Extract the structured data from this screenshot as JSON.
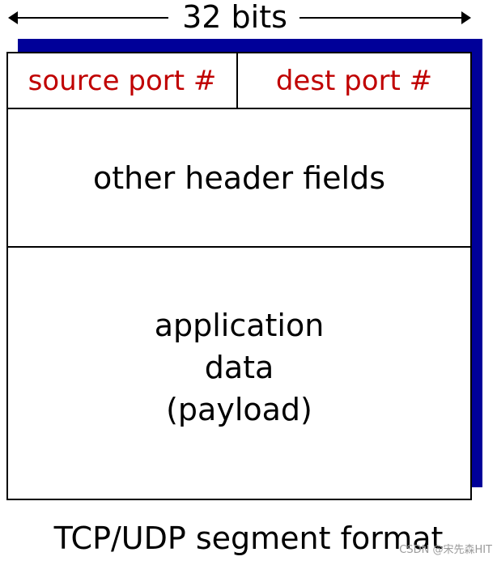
{
  "header": {
    "width_label": "32 bits"
  },
  "segment": {
    "source_port_label": "source port #",
    "dest_port_label": "dest port #",
    "other_fields_label": "other header fields",
    "payload_lines": [
      "application",
      "data",
      "(payload)"
    ]
  },
  "caption": "TCP/UDP segment format",
  "watermark": "CSDN @宋先森HIT",
  "colors": {
    "port_text": "#c00000",
    "shadow": "#000099",
    "border": "#000000"
  }
}
